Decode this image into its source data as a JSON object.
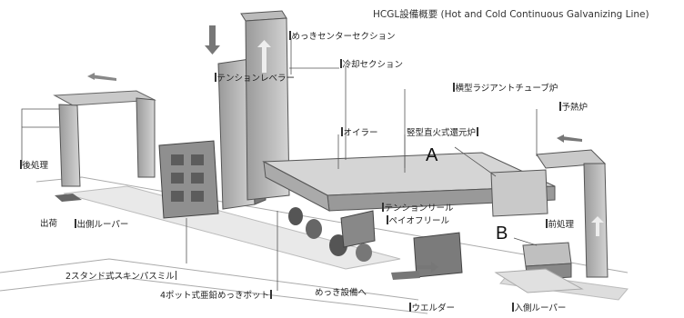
{
  "title": "HCGL設備概要 (Hot and Cold Continuous Galvanizing Line)",
  "labels": {
    "center": "めっきセンターセクション",
    "tension_leveler": "テンションレベラー",
    "cooling": "冷却セクション",
    "radiant": "横型ラジアントチューブ炉",
    "preheat": "予熱炉",
    "post": "後処理",
    "oiler": "オイラー",
    "direct_fire": "竪型直火式還元炉",
    "tension_reel": "テンションリール",
    "payoff": "ペイオフリール",
    "pretreat": "前処理",
    "shipping": "出荷",
    "exit_looper": "出側ルーパー",
    "skinpass": "2スタンド式スキンパスミル",
    "pot": "4ポット式亜鉛めっきポット",
    "to_plating": "めっき設備へ",
    "welder": "ウエルダー",
    "entry_looper": "入側ルーパー",
    "marker_a": "A",
    "marker_b": "B"
  }
}
